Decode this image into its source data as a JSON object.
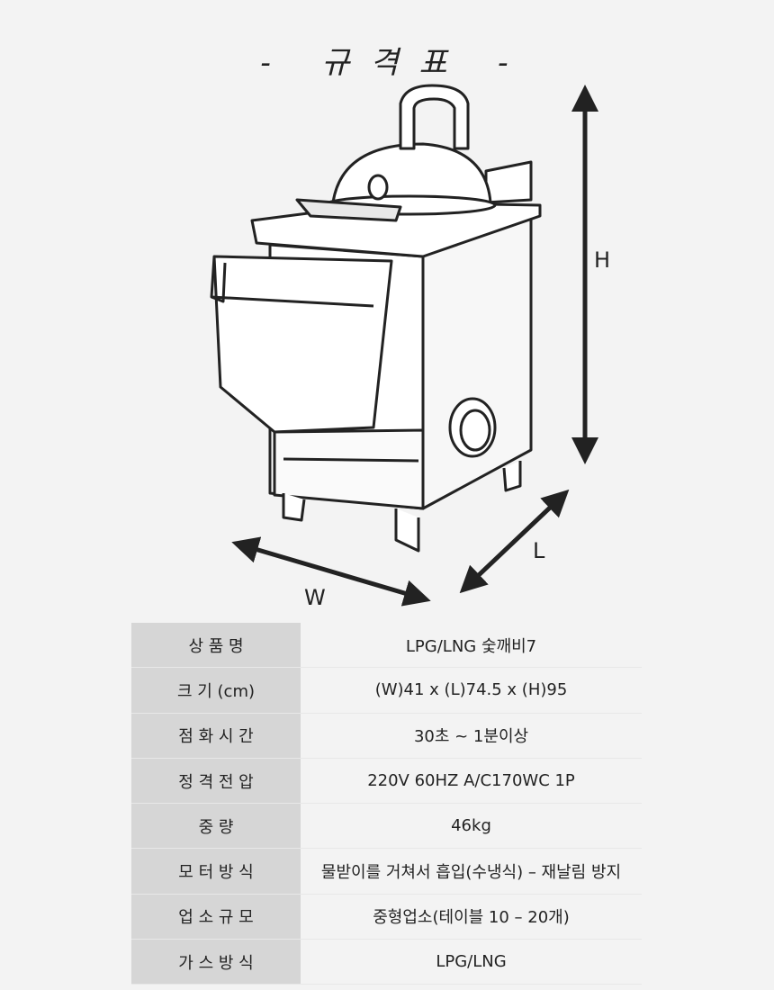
{
  "title": "-   규 격 표   -",
  "dimensions": {
    "height_label": "H",
    "length_label": "L",
    "width_label": "W"
  },
  "specs": [
    {
      "label": "상      품      명",
      "value": "LPG/LNG 숯깨비7"
    },
    {
      "label": "크    기    (cm)",
      "value": "(W)41 x (L)74.5 x (H)95"
    },
    {
      "label": "점   화   시   간",
      "value": "30초 ~ 1분이상"
    },
    {
      "label": "정   격   전   압",
      "value": "220V 60HZ A/C170WC 1P"
    },
    {
      "label": "중                  량",
      "value": "46kg"
    },
    {
      "label": "모   터   방   식",
      "value": "물받이를 거쳐서 흡입(수냉식) – 재날림 방지"
    },
    {
      "label": "업   소   규   모",
      "value": "중형업소(테이블 10 – 20개)"
    },
    {
      "label": "가   스   방   식",
      "value": "LPG/LNG"
    }
  ]
}
